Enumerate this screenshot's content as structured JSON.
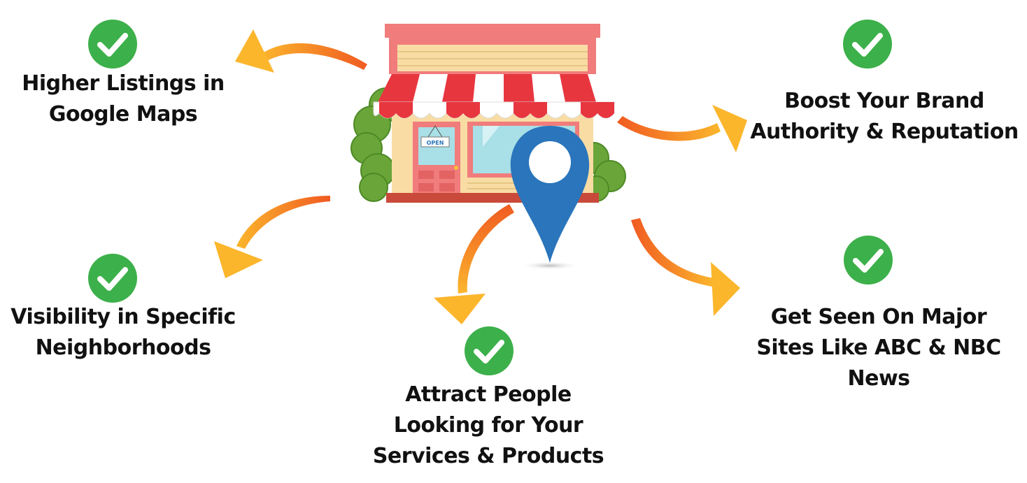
{
  "benefits": {
    "maps": "Higher Listings in\nGoogle Maps",
    "brand": "Boost Your Brand\nAuthority & Reputation",
    "neighborhoods": "Visibility in Specific\nNeighborhoods",
    "attract": "Attract People\nLooking for Your\nServices & Products",
    "sites": "Get Seen On Major\nSites Like ABC & NBC\nNews"
  },
  "store": {
    "sign": "OPEN"
  },
  "colors": {
    "check_green": "#3cb04a",
    "arrow_start": "#f05a22",
    "arrow_end": "#fbb62c",
    "pin_blue": "#2a75bb",
    "awning_red": "#e8363f",
    "store_pink": "#f07c7c",
    "bush_green": "#6aa53a"
  },
  "icons": {
    "check": "checkmark-circle-icon",
    "pin": "map-pin-icon",
    "store": "storefront-illustration"
  }
}
